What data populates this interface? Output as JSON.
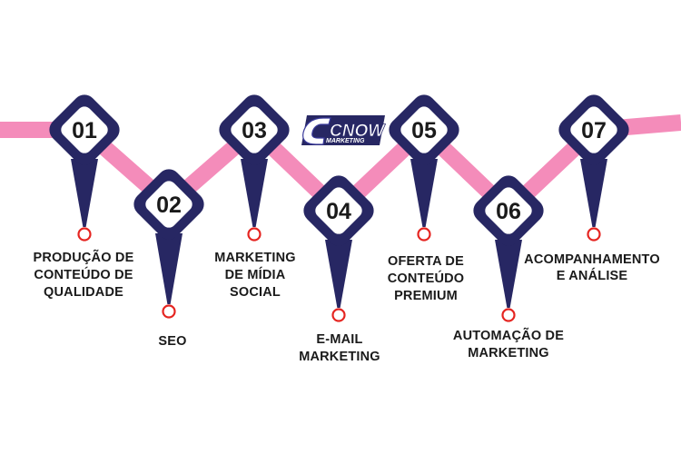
{
  "colors": {
    "line": "#f48cba",
    "navy": "#272763",
    "marker": "#e52521",
    "text": "#1a1a1a"
  },
  "logo": {
    "main": "CNOW",
    "sub": "MARKETING"
  },
  "steps": [
    {
      "number": "01",
      "label": [
        "PRODUÇÃO DE",
        "CONTEÚDO DE",
        "QUALIDADE"
      ]
    },
    {
      "number": "02",
      "label": [
        "SEO"
      ]
    },
    {
      "number": "03",
      "label": [
        "MARKETING",
        "DE MÍDIA",
        "SOCIAL"
      ]
    },
    {
      "number": "04",
      "label": [
        "E-MAIL",
        "MARKETING"
      ]
    },
    {
      "number": "05",
      "label": [
        "OFERTA DE",
        "CONTEÚDO",
        "PREMIUM"
      ]
    },
    {
      "number": "06",
      "label": [
        "AUTOMAÇÃO DE",
        "MARKETING"
      ]
    },
    {
      "number": "07",
      "label": [
        "ACOMPANHAMENTO",
        "E ANÁLISE"
      ]
    }
  ]
}
